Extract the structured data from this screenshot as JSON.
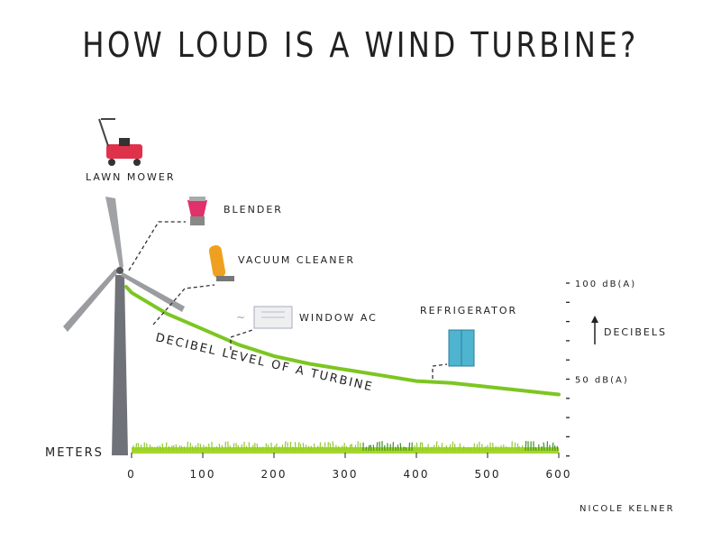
{
  "title": "HOW LOUD IS A WIND TURBINE?",
  "credit": "NICOLE KELNER",
  "chart_data": {
    "type": "line",
    "title": "HOW LOUD IS A WIND TURBINE?",
    "xlabel": "METERS",
    "ylabel": "DECIBELS",
    "xlim": [
      0,
      600
    ],
    "ylim": [
      10,
      100
    ],
    "x_ticks": [
      "0",
      "100",
      "200",
      "300",
      "400",
      "500",
      "600"
    ],
    "y_tick_labels": [
      {
        "value": 100,
        "label": "100 dB(A)"
      },
      {
        "value": 50,
        "label": "50 dB(A)"
      }
    ],
    "y_tick_values": [
      100,
      90,
      80,
      70,
      60,
      50,
      40,
      30,
      20,
      10
    ],
    "series": [
      {
        "name": "DECIBEL LEVEL OF A TURBINE",
        "color": "#7cc621",
        "x": [
          0,
          50,
          100,
          150,
          200,
          250,
          300,
          350,
          400,
          450,
          500,
          550,
          600
        ],
        "y": [
          95,
          84,
          76,
          68,
          62,
          58,
          55,
          52,
          49,
          48,
          46,
          44,
          42
        ]
      }
    ],
    "annotations": [
      {
        "label": "LAWN MOWER"
      },
      {
        "label": "BLENDER"
      },
      {
        "label": "VACUUM CLEANER"
      },
      {
        "label": "WINDOW AC"
      },
      {
        "label": "REFRIGERATOR"
      }
    ]
  }
}
